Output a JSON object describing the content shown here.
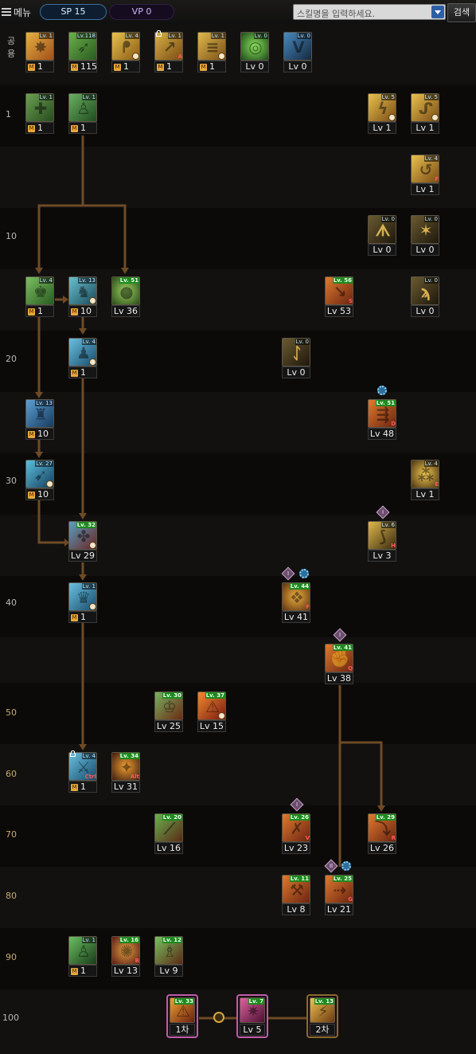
{
  "topbar": {
    "menu_label": "메뉴",
    "sp_label": "SP 15",
    "vp_label": "VP 0",
    "search_placeholder": "스킬명을 입력하세요.",
    "search_button": "검색"
  },
  "common_label_1": "공",
  "common_label_2": "용",
  "row_labels": [
    "1",
    "10",
    "20",
    "30",
    "40",
    "50",
    "60",
    "70",
    "80",
    "90",
    "100"
  ],
  "colors": {
    "accent_blue": "#3a6f9a",
    "line_brown": "#6e4a26",
    "tier_frame": "#c05ca8"
  },
  "skills": [
    {
      "id": "c1",
      "color": "#d8a030",
      "badge": "Lv. 1",
      "caption": "1",
      "m": true,
      "icon": "fire-burst-icon"
    },
    {
      "id": "c2",
      "color": "#4c8a3c",
      "badge": "Lv.118",
      "caption": "115",
      "m": true,
      "icon": "green-strike-icon"
    },
    {
      "id": "c3",
      "color": "#c89430",
      "badge": "Lv. 4",
      "caption": "1",
      "m": true,
      "icon": "golden-kick-icon"
    },
    {
      "id": "c4",
      "color": "#b88a30",
      "badge": "Lv. 1",
      "caption": "1",
      "m": true,
      "icon": "lunge-icon"
    },
    {
      "id": "c5",
      "color": "#c49a34",
      "badge": "Lv. 1",
      "caption": "1",
      "m": true,
      "icon": "dash-icon"
    },
    {
      "id": "c6",
      "color": "#2e7a3a",
      "badge": "Lv. 0",
      "caption": "Lv 0",
      "icon": "target-icon"
    },
    {
      "id": "c7",
      "color": "#2a4a6a",
      "badge": "Lv. 0",
      "caption": "Lv 0",
      "icon": "wings-icon"
    },
    {
      "id": "r1a",
      "color": "#3f7a34",
      "badge": "Lv. 1",
      "caption": "1",
      "m": true,
      "icon": "grenade-icon"
    },
    {
      "id": "r1b",
      "color": "#3f7a3a",
      "badge": "Lv. 1",
      "caption": "1",
      "m": true,
      "icon": "fighter-icon"
    },
    {
      "id": "r1c",
      "color": "#c99a32",
      "badge": "Lv. 5",
      "caption": "Lv 1",
      "icon": "kick-icon"
    },
    {
      "id": "r1d",
      "color": "#c99a32",
      "badge": "Lv. 5",
      "caption": "Lv 1",
      "icon": "slide-icon"
    },
    {
      "id": "r5a",
      "color": "#c99a32",
      "badge": "Lv. 4",
      "caption": "Lv 1",
      "icon": "flip-icon"
    },
    {
      "id": "r10a",
      "color": "#5a4a26",
      "badge": "Lv. 0",
      "caption": "Lv 0",
      "icon": "claw-icon"
    },
    {
      "id": "r10b",
      "color": "#5a4a26",
      "badge": "Lv. 0",
      "caption": "Lv 0",
      "icon": "spin-icon"
    },
    {
      "id": "r15a",
      "color": "#4a8a3a",
      "badge": "Lv. 4",
      "caption": "1",
      "m": true,
      "icon": "pose-icon"
    },
    {
      "id": "r15b",
      "color": "#3f8a9a",
      "badge": "Lv. 13",
      "caption": "10",
      "m": true,
      "icon": "throw-icon"
    },
    {
      "id": "r15c",
      "color": "#3a6a2a",
      "badge": "Lv. 51",
      "caption": "Lv 36",
      "green": true,
      "icon": "orb-icon"
    },
    {
      "id": "r15d",
      "color": "#b05a20",
      "badge": "Lv. 56",
      "caption": "Lv 53",
      "green": true,
      "icon": "slam-icon"
    },
    {
      "id": "r15e",
      "color": "#5a4a26",
      "badge": "Lv. 0",
      "caption": "Lv 0",
      "icon": "leap-icon"
    },
    {
      "id": "r20a",
      "color": "#3f8aa8",
      "badge": "Lv. 4",
      "caption": "1",
      "m": true,
      "icon": "stance-icon"
    },
    {
      "id": "r20b",
      "color": "#5a4a26",
      "badge": "Lv. 0",
      "caption": "Lv 0",
      "icon": "uppercut-icon"
    },
    {
      "id": "r25a",
      "color": "#3f7aa0",
      "badge": "Lv. 13",
      "caption": "10",
      "m": true,
      "icon": "grapple-icon"
    },
    {
      "id": "r25b",
      "color": "#b85a20",
      "badge": "Lv. 51",
      "caption": "Lv 48",
      "green": true,
      "icon": "charge-icon"
    },
    {
      "id": "r30a",
      "color": "#3f8aa8",
      "badge": "Lv. 27",
      "caption": "10",
      "m": true,
      "icon": "shot-icon"
    },
    {
      "id": "r30b",
      "color": "#c99a32",
      "badge": "Lv. 4",
      "caption": "Lv 1",
      "icon": "bombs-icon"
    },
    {
      "id": "r35a",
      "color": "#3f6a9a",
      "badge": "Lv. 32",
      "caption": "Lv 29",
      "green": true,
      "icon": "spin-blue-icon"
    },
    {
      "id": "r35b",
      "color": "#b08a30",
      "badge": "Lv. 6",
      "caption": "Lv 3",
      "icon": "tackle-icon"
    },
    {
      "id": "r40a",
      "color": "#3f8aa8",
      "badge": "Lv. 1",
      "caption": "1",
      "m": true,
      "icon": "muscle-icon"
    },
    {
      "id": "r40b",
      "color": "#c07a20",
      "badge": "Lv. 44",
      "caption": "Lv 41",
      "green": true,
      "icon": "emblem-icon"
    },
    {
      "id": "r45a",
      "color": "#b85a20",
      "badge": "Lv. 41",
      "caption": "Lv 38",
      "green": true,
      "icon": "fist-icon"
    },
    {
      "id": "r50a",
      "color": "#b05a2a",
      "badge": "Lv. 30",
      "caption": "Lv 25",
      "green": true,
      "icon": "power-icon"
    },
    {
      "id": "r50b",
      "color": "#b84a20",
      "badge": "Lv. 37",
      "caption": "Lv 15",
      "green": true,
      "icon": "explosion-icon"
    },
    {
      "id": "r60a",
      "color": "#3f8aa8",
      "badge": "Lv. 4",
      "caption": "1",
      "m": true,
      "icon": "throw-blue-icon"
    },
    {
      "id": "r60b",
      "color": "#7a3a20",
      "badge": "Lv. 34",
      "caption": "Lv 31",
      "green": true,
      "icon": "star-icon"
    },
    {
      "id": "r70a",
      "color": "#4a7a2a",
      "badge": "Lv. 20",
      "caption": "Lv 16",
      "green": true,
      "icon": "sweep-icon"
    },
    {
      "id": "r70b",
      "color": "#b85a20",
      "badge": "Lv. 26",
      "caption": "Lv 23",
      "green": true,
      "icon": "smash-icon"
    },
    {
      "id": "r70c",
      "color": "#b85a20",
      "badge": "Lv. 29",
      "caption": "Lv 26",
      "green": true,
      "icon": "dive-icon"
    },
    {
      "id": "r80a",
      "color": "#b85a20",
      "badge": "Lv. 11",
      "caption": "Lv 8",
      "green": true,
      "icon": "crush-icon"
    },
    {
      "id": "r80b",
      "color": "#b85a20",
      "badge": "Lv. 25",
      "caption": "Lv 21",
      "green": true,
      "icon": "rush-icon"
    },
    {
      "id": "r90a",
      "color": "#3f7a3a",
      "badge": "Lv. 1",
      "caption": "1",
      "m": true,
      "icon": "aura-icon"
    },
    {
      "id": "r90b",
      "color": "#8a3a2a",
      "badge": "Lv. 16",
      "caption": "Lv 13",
      "green": true,
      "icon": "vortex-icon"
    },
    {
      "id": "r90c",
      "color": "#4a7a3a",
      "badge": "Lv. 12",
      "caption": "Lv 9",
      "green": true,
      "icon": "spirit-icon"
    },
    {
      "id": "t1",
      "color": "#c07a20",
      "badge": "Lv. 33",
      "caption": "1차",
      "green": true,
      "icon": "awakening-first-icon"
    },
    {
      "id": "t2",
      "color": "#8a2a5a",
      "badge": "Lv. 7",
      "caption": "Lv 5",
      "green": true,
      "icon": "pink-burst-icon"
    },
    {
      "id": "t3",
      "color": "#c08a30",
      "badge": "Lv. 13",
      "caption": "2차",
      "green": true,
      "icon": "awakening-second-icon"
    }
  ]
}
